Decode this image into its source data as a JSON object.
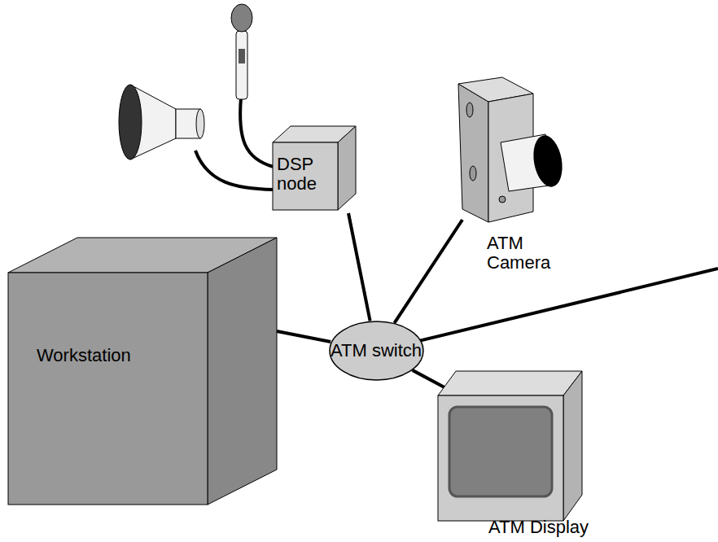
{
  "diagram": {
    "nodes": [
      {
        "text": [
          "DSP node"
        ]
      },
      {
        "text": [
          "ATM Camera"
        ]
      },
      {
        "text": [
          "Workstation"
        ]
      },
      {
        "text": [
          "ATM switch"
        ]
      },
      {
        "text": [
          "ATM Display"
        ]
      }
    ],
    "edges": [
      {
        "from": 0,
        "to": 3,
        "arrow": "none"
      },
      {
        "from": 1,
        "to": 3,
        "arrow": "none"
      },
      {
        "from": 2,
        "to": 3,
        "arrow": "none"
      },
      {
        "from": 4,
        "to": 3,
        "arrow": "none"
      }
    ]
  }
}
